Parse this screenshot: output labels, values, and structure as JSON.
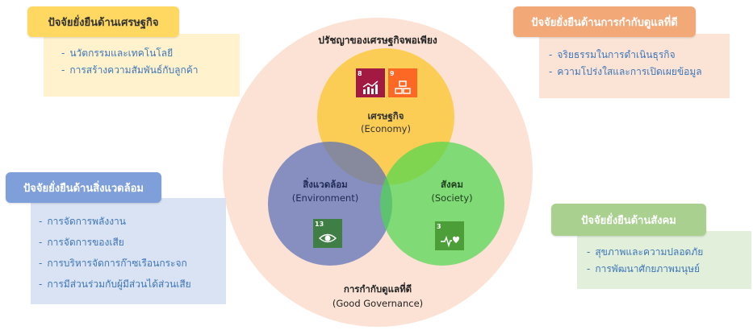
{
  "colors": {
    "outer_circle": "#FBE2D5",
    "economy": "#FCC93E",
    "environment": "#7F8EC7",
    "society": "#74DB76",
    "economic_head": "#FFD862",
    "economic_body": "#FFF2CC",
    "governance_head": "#F3A878",
    "governance_body": "#FBE4D6",
    "environment_head": "#7F9FDA",
    "environment_body": "#DAE3F3",
    "social_head": "#A9D08E",
    "social_body": "#E2EFDA",
    "bullet_text": "#3D76B8",
    "sdg8": "#A21942",
    "sdg9": "#FD6925",
    "sdg13": "#3F7E44",
    "sdg3": "#4C9F38"
  },
  "factors": {
    "economic": {
      "title": "ปัจจัยยั่งยืนด้านเศรษฐกิจ",
      "items": [
        "นวัตกรรมและเทคโนโลยี",
        "การสร้างความสัมพันธ์กับลูกค้า"
      ]
    },
    "governance": {
      "title": "ปัจจัยยั่งยืนด้านการกำกับดูแลที่ดี",
      "items": [
        "จริยธรรมในการดำเนินธุรกิจ",
        "ความโปร่งใสและการเปิดเผยข้อมูล"
      ]
    },
    "environment": {
      "title": "ปัจจัยยั่งยืนด้านสิ่งแวดล้อม",
      "items": [
        "การจัดการพลังงาน",
        "การจัดการของเสีย",
        "การบริหารจัดการก๊าซเรือนกระจก",
        "การมีส่วนร่วมกับผู้มีส่วนได้ส่วนเสีย"
      ]
    },
    "social": {
      "title": "ปัจจัยยั่งยืนด้านสังคม",
      "items": [
        "สุขภาพและความปลอดภัย",
        "การพัฒนาศักยภาพมนุษย์"
      ]
    }
  },
  "venn": {
    "outer_label": "ปรัชญาของเศรษฐกิจพอเพียง",
    "economy": {
      "label_th": "เศรษฐกิจ",
      "label_en": "(Economy)"
    },
    "environment": {
      "label_th": "สิ่งแวดล้อม",
      "label_en": "(Environment)"
    },
    "society": {
      "label_th": "สังคม",
      "label_en": "(Society)"
    },
    "governance": {
      "label_th": "การกำกับดูแลที่ดี",
      "label_en": "(Good Governance)"
    }
  },
  "sdg_icons": {
    "sdg8": {
      "number": "8",
      "icon": "growth-chart-icon"
    },
    "sdg9": {
      "number": "9",
      "icon": "cubes-icon"
    },
    "sdg13": {
      "number": "13",
      "icon": "eye-globe-icon"
    },
    "sdg3": {
      "number": "3",
      "icon": "heartbeat-icon"
    }
  },
  "dash": "-"
}
